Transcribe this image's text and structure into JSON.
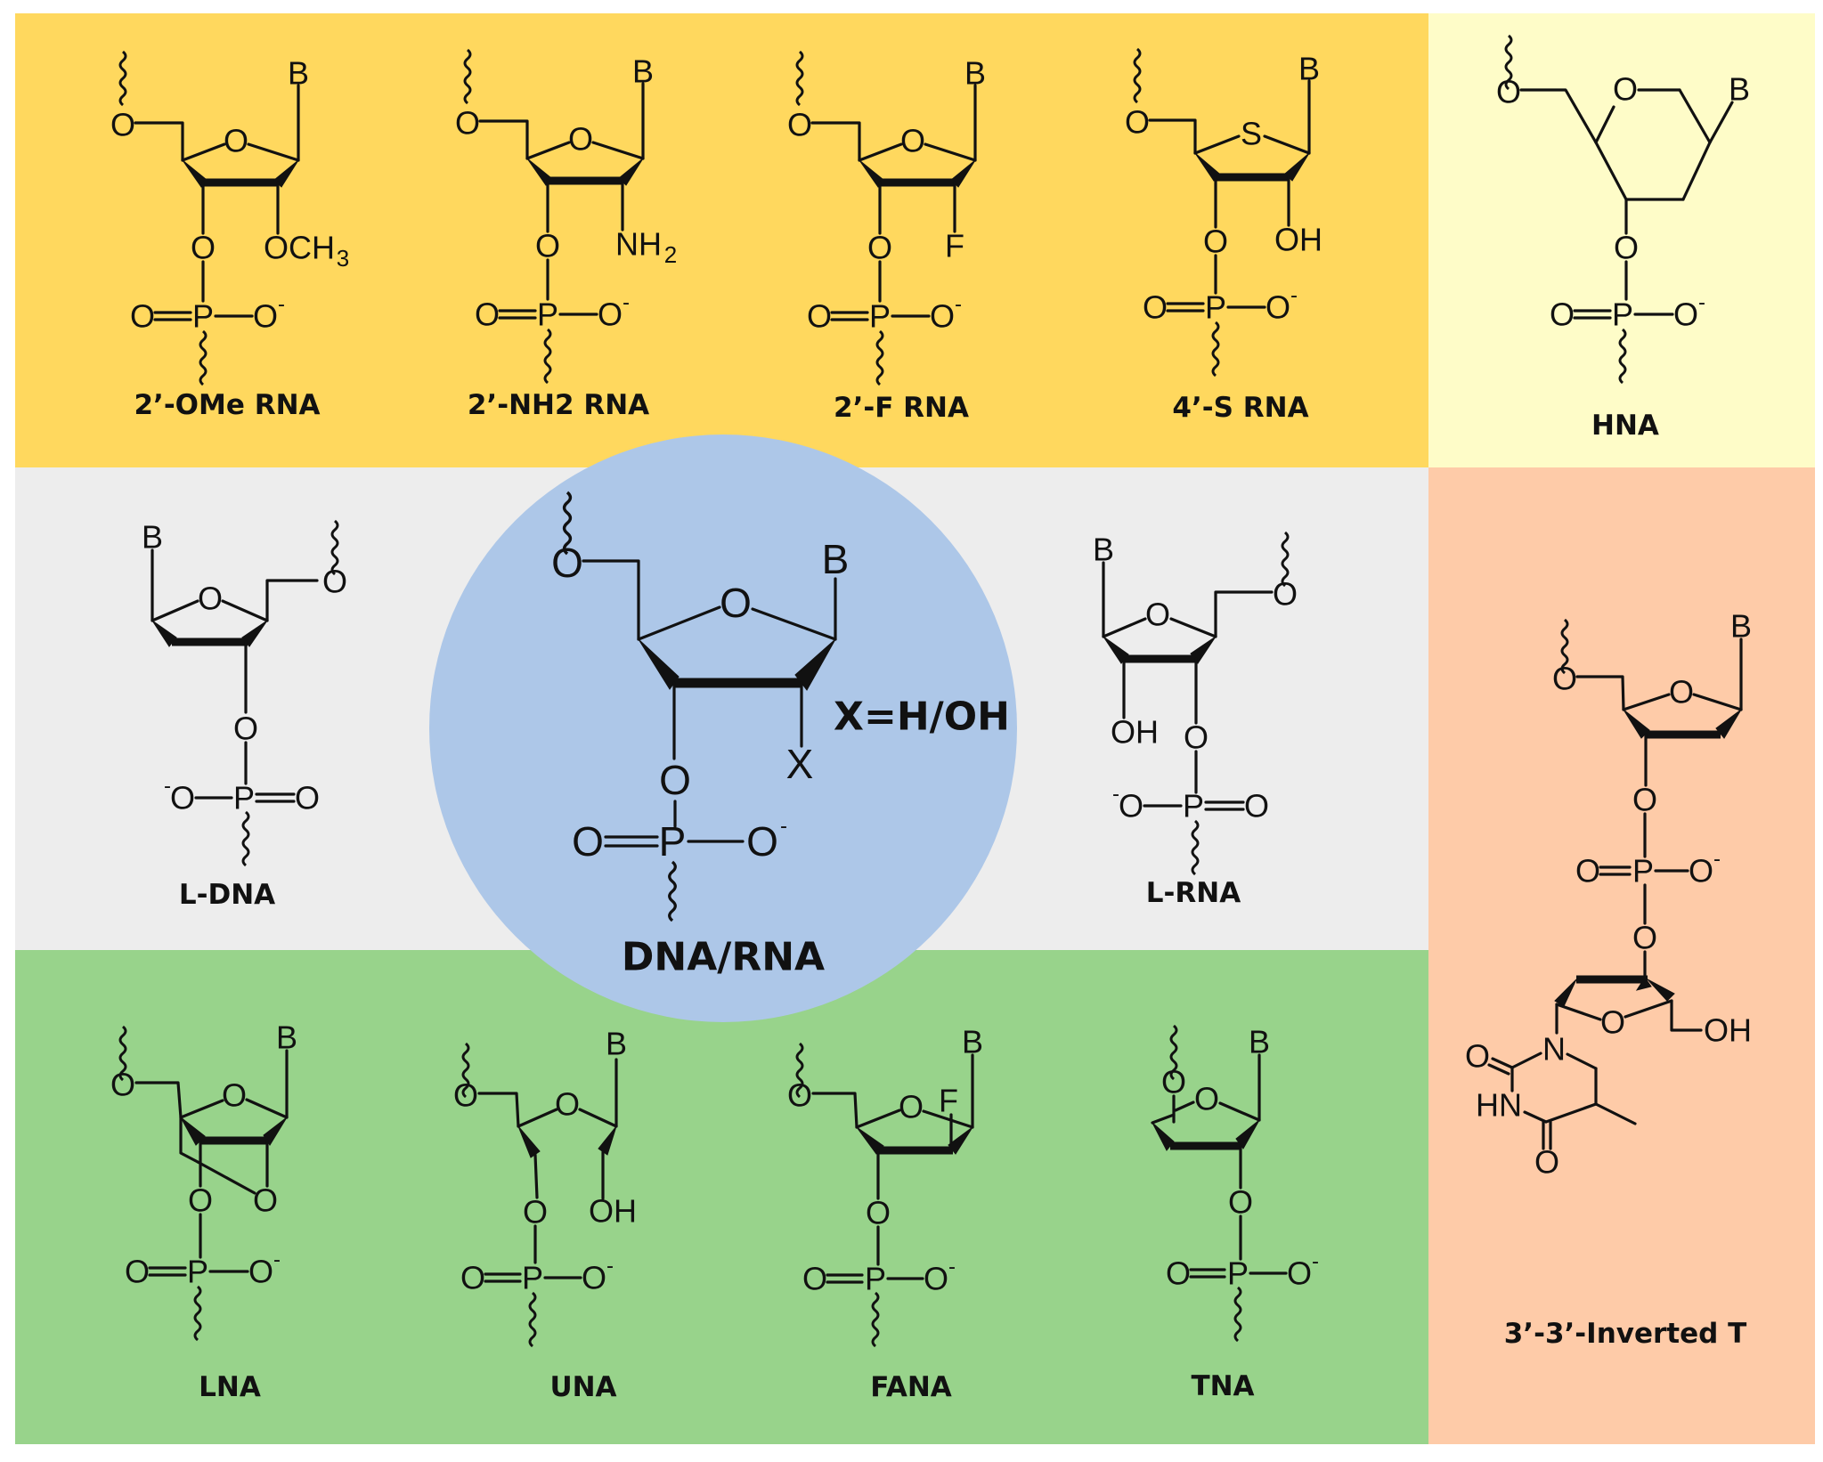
{
  "figure": {
    "colors": {
      "ribose_2prime_panel": "#FFD85E",
      "hna_panel": "#FEFCC8",
      "enantiomer_panel": "#EDEDED",
      "locked_unlocked_panel": "#98D38B",
      "inverted_panel": "#FECBA8",
      "center_circle": "#ADC7E8",
      "ink": "#111111"
    },
    "center": {
      "name": "DNA/RNA",
      "substituent_note": "X=H/OH",
      "atoms": {
        "base": "B",
        "ring_o": "O",
        "o5": "O",
        "o3": "O",
        "x": "X",
        "p": "P",
        "o_double": "O",
        "o_minus": "O",
        "minus": "-"
      }
    },
    "panels": [
      {
        "id": "2ome",
        "name": "2’-OMe RNA",
        "substituent": "OCH",
        "subscript": "3"
      },
      {
        "id": "2nh2",
        "name": "2’-NH2 RNA",
        "substituent": "NH",
        "subscript": "2"
      },
      {
        "id": "2f",
        "name": "2’-F RNA",
        "substituent": "F"
      },
      {
        "id": "4s",
        "name": "4’-S RNA",
        "substituent": "OH",
        "ring_atom": "S"
      },
      {
        "id": "hna",
        "name": "HNA"
      },
      {
        "id": "ldna",
        "name": "L-DNA"
      },
      {
        "id": "lrna",
        "name": "L-RNA",
        "substituent": "OH"
      },
      {
        "id": "lna",
        "name": "LNA"
      },
      {
        "id": "una",
        "name": "UNA",
        "substituent": "OH"
      },
      {
        "id": "fana",
        "name": "FANA",
        "substituent": "F"
      },
      {
        "id": "tna",
        "name": "TNA"
      },
      {
        "id": "inv_t",
        "name": "3’-3’-Inverted T",
        "substituent": "OH",
        "base_atoms": {
          "n1": "N",
          "n3": "HN",
          "o2": "O",
          "o4": "O"
        }
      }
    ],
    "atom_labels": {
      "base": "B",
      "oxygen": "O",
      "phosphorus": "P",
      "minus": "-"
    }
  }
}
